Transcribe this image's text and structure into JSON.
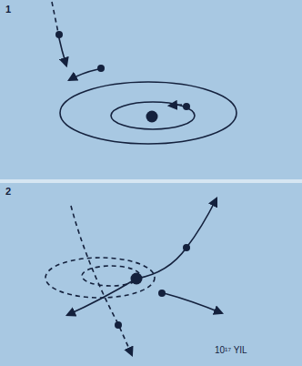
{
  "diagram": {
    "labels": [
      "1",
      "2",
      "10¹⁷ YIL"
    ]
  }
}
